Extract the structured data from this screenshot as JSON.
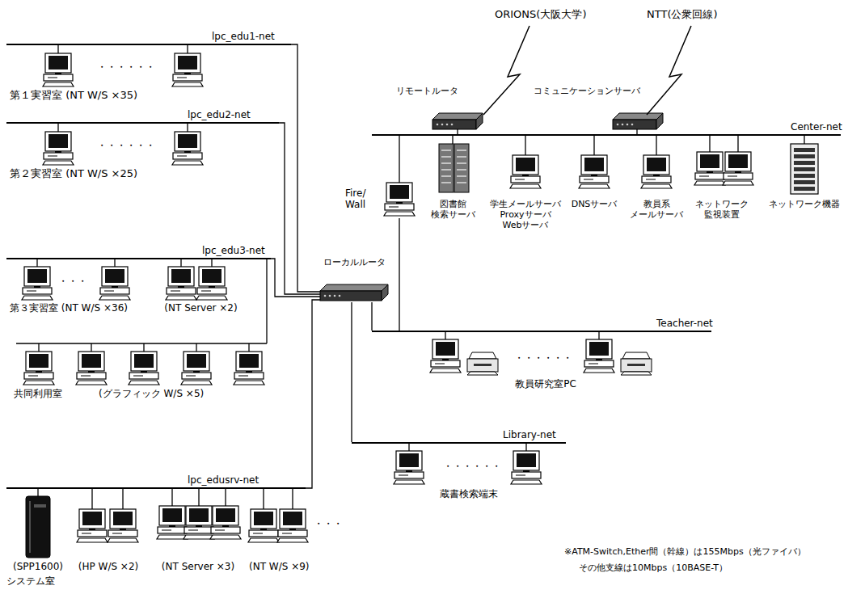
{
  "diagram": {
    "nodes": [
      {
        "text": [
          "lpc_edu1-net"
        ]
      },
      {
        "text": [
          "第１実習室 (NT W/S ×35)"
        ]
      },
      {
        "text": [
          "lpc_edu2-net"
        ]
      },
      {
        "text": [
          "第２実習室 (NT W/S ×25)"
        ]
      },
      {
        "text": [
          "lpc_edu3-net"
        ]
      },
      {
        "text": [
          "第３実習室 (NT W/S ×36)"
        ]
      },
      {
        "text": [
          "(NT Server ×2)"
        ]
      },
      {
        "text": [
          "共同利用室",
          "(グラフィック W/S ×5)"
        ]
      },
      {
        "text": [
          "lpc_edusrv-net"
        ]
      },
      {
        "text": [
          "(SPP1600)"
        ]
      },
      {
        "text": [
          "(HP W/S ×2)"
        ]
      },
      {
        "text": [
          "(NT Server ×3)"
        ]
      },
      {
        "text": [
          "(NT W/S ×9)"
        ]
      },
      {
        "text": [
          "リモートルータ"
        ]
      },
      {
        "text": [
          "コミュニケーションサーバ"
        ]
      },
      {
        "text": [
          "Center-net"
        ]
      },
      {
        "text": [
          "Fire/ Wall"
        ]
      },
      {
        "text": [
          "図書館 検索サーバ"
        ]
      },
      {
        "text": [
          "学生メールサーバ",
          "Proxyサーバ",
          "Webサーバ"
        ]
      },
      {
        "text": [
          "DNSサーバ"
        ]
      },
      {
        "text": [
          "教員系 メールサーバ"
        ]
      },
      {
        "text": [
          "ネットワーク 監視装置"
        ]
      },
      {
        "text": [
          "ネットワーク機器"
        ]
      },
      {
        "text": [
          "ローカルルータ"
        ]
      },
      {
        "text": [
          "Teacher-net"
        ]
      },
      {
        "text": [
          "教員研究室PC"
        ]
      },
      {
        "text": [
          "Library-net"
        ]
      },
      {
        "text": [
          "蔵書検索端末"
        ]
      }
    ],
    "edges": [
      {
        "from": 1,
        "to": 0,
        "arrow": "none"
      },
      {
        "from": 3,
        "to": 2,
        "arrow": "none"
      },
      {
        "from": 5,
        "to": 4,
        "arrow": "none"
      },
      {
        "from": 6,
        "to": 4,
        "arrow": "none"
      },
      {
        "from": 7,
        "to": 4,
        "arrow": "none"
      },
      {
        "from": 9,
        "to": 8,
        "arrow": "none"
      },
      {
        "from": 10,
        "to": 8,
        "arrow": "none"
      },
      {
        "from": 11,
        "to": 8,
        "arrow": "none"
      },
      {
        "from": 12,
        "to": 8,
        "arrow": "none"
      },
      {
        "from": 0,
        "to": 23,
        "arrow": "none"
      },
      {
        "from": 2,
        "to": 23,
        "arrow": "none"
      },
      {
        "from": 4,
        "to": 23,
        "arrow": "none"
      },
      {
        "from": 8,
        "to": 23,
        "arrow": "none"
      },
      {
        "from": 13,
        "to": 15,
        "arrow": "none"
      },
      {
        "from": 14,
        "to": 15,
        "arrow": "none"
      },
      {
        "from": 16,
        "to": 15,
        "arrow": "none"
      },
      {
        "from": 17,
        "to": 15,
        "arrow": "none"
      },
      {
        "from": 18,
        "to": 15,
        "arrow": "none"
      },
      {
        "from": 19,
        "to": 15,
        "arrow": "none"
      },
      {
        "from": 20,
        "to": 15,
        "arrow": "none"
      },
      {
        "from": 21,
        "to": 15,
        "arrow": "none"
      },
      {
        "from": 22,
        "to": 15,
        "arrow": "none"
      },
      {
        "from": 23,
        "to": 24,
        "arrow": "none"
      },
      {
        "from": 16,
        "to": 24,
        "arrow": "none"
      },
      {
        "from": 25,
        "to": 24,
        "arrow": "none"
      },
      {
        "from": 23,
        "to": 26,
        "arrow": "none"
      },
      {
        "from": 27,
        "to": 26,
        "arrow": "none"
      }
    ],
    "labels": [
      "ORIONS(大阪大学)",
      "NTT(公衆回線)",
      "システム室",
      "・・・・・・",
      "・・・・・・",
      "・・・",
      "・・・",
      "・・・・・・",
      "・・・・・・",
      "※ATM-Switch,Ether間（幹線）は155Mbps（光ファイバ）",
      "その他支線は10Mbps（10BASE-T）"
    ]
  }
}
